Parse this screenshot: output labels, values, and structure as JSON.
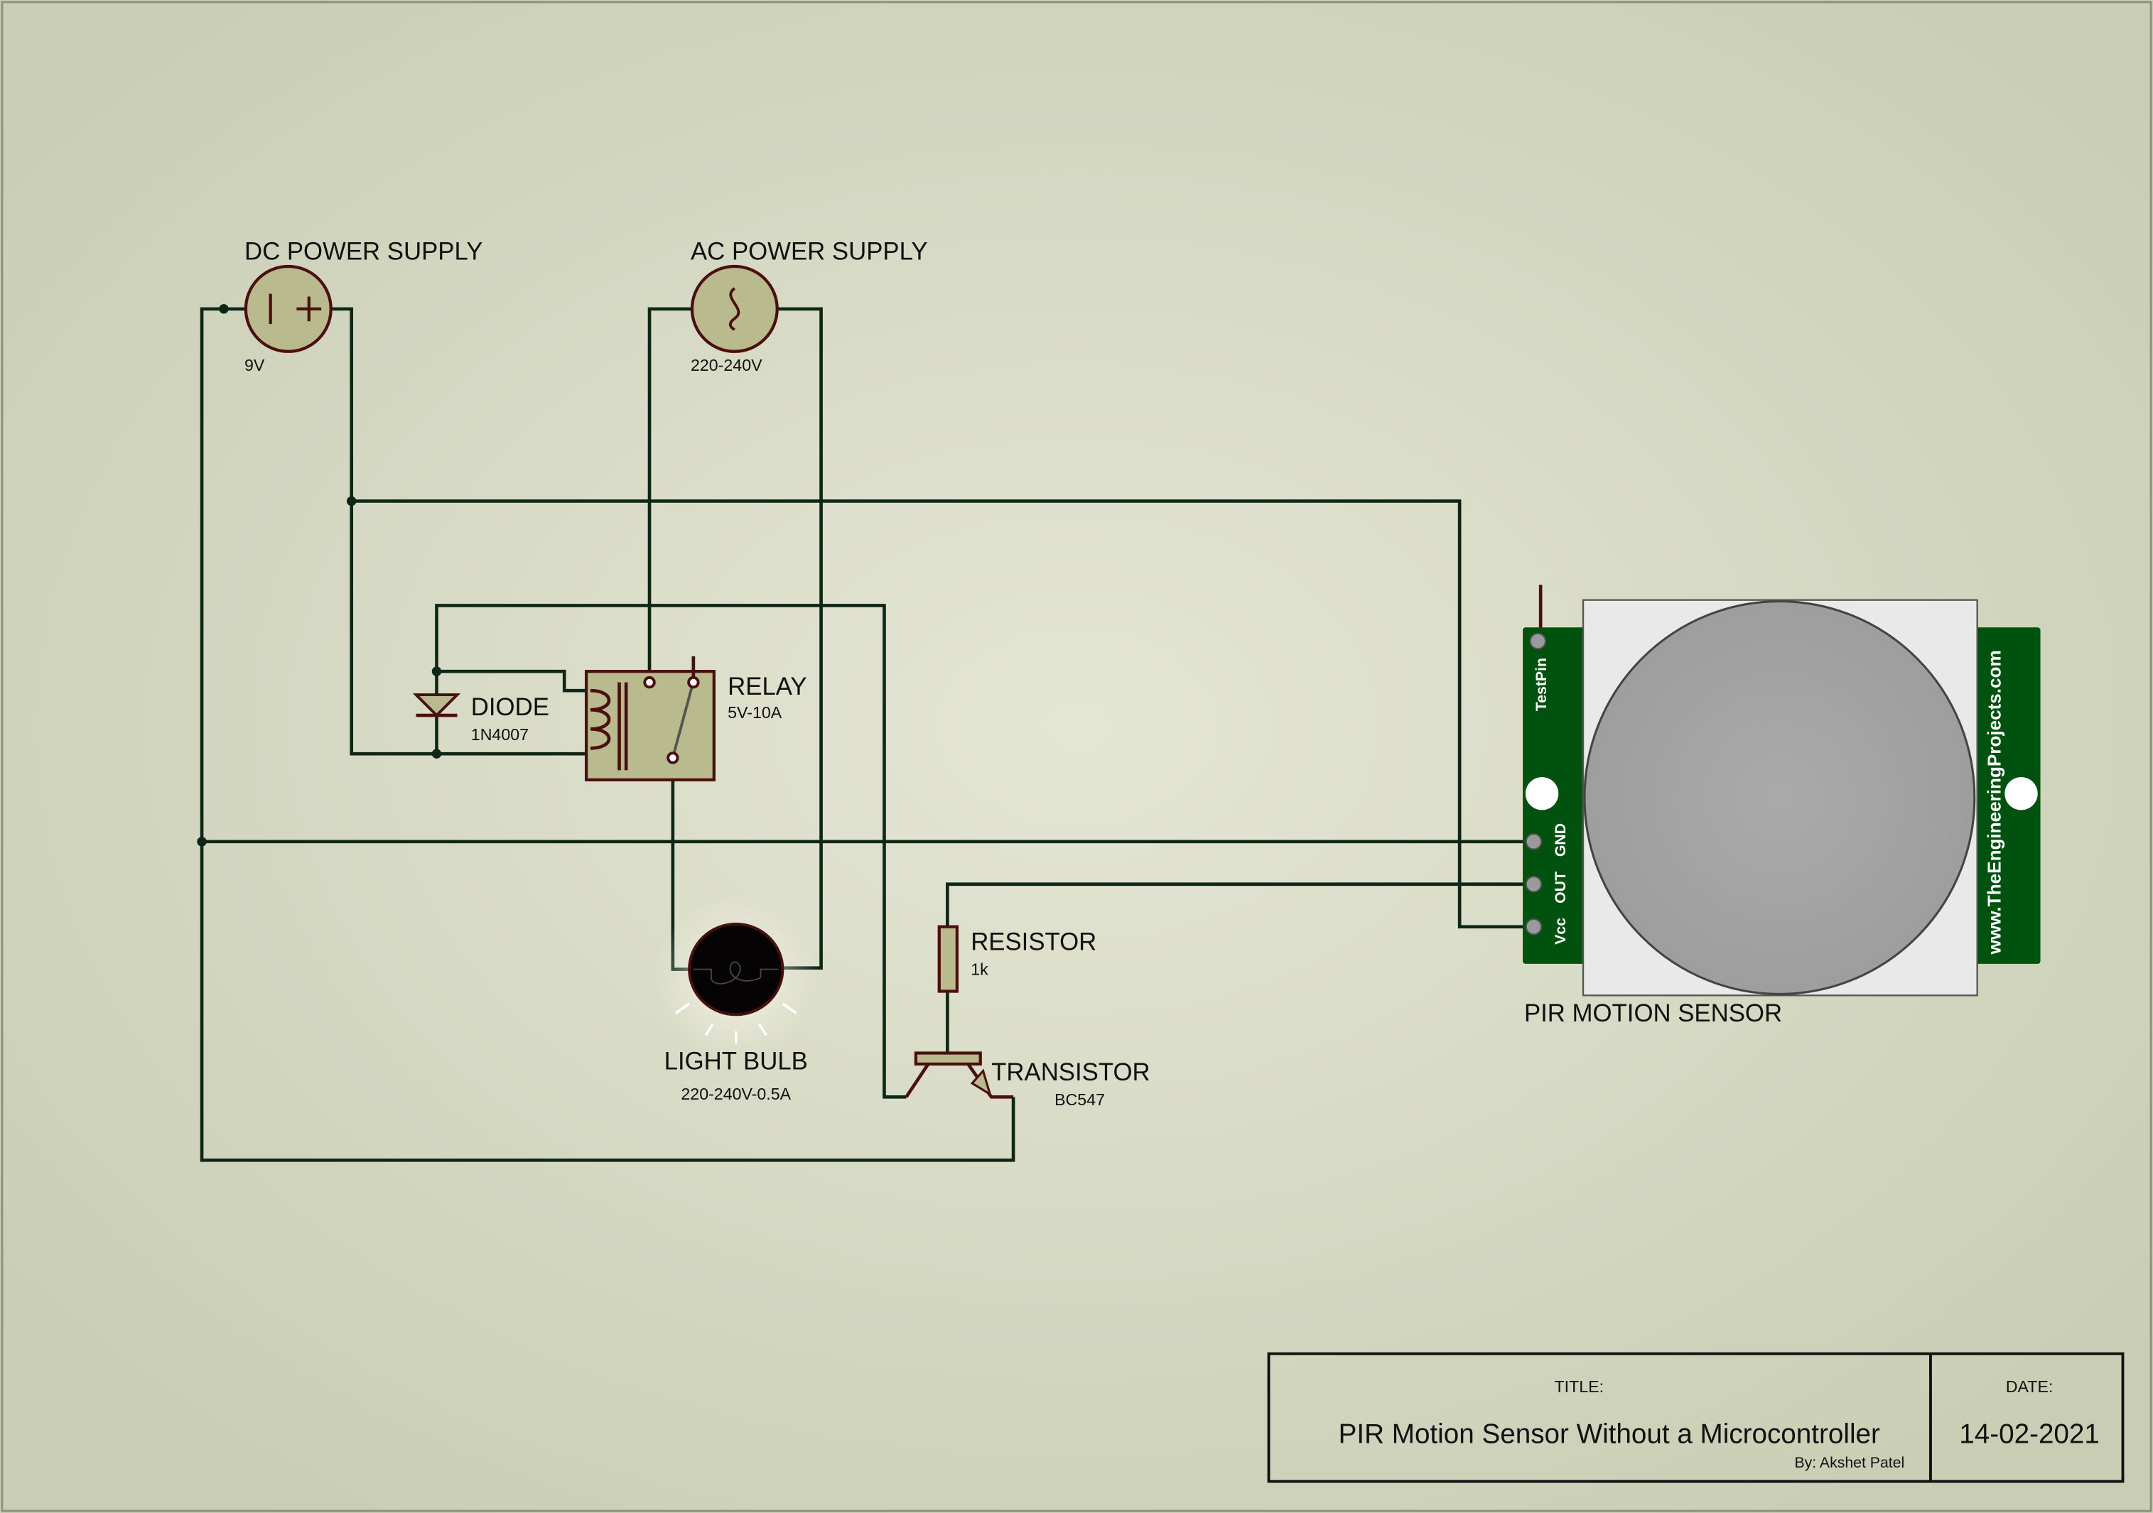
{
  "components": {
    "dc_supply": {
      "label": "DC POWER SUPPLY",
      "value": "9V",
      "symbol": "I +"
    },
    "ac_supply": {
      "label": "AC POWER SUPPLY",
      "value": "220-240V"
    },
    "diode": {
      "label": "DIODE",
      "value": "1N4007"
    },
    "relay": {
      "label": "RELAY",
      "value": "5V-10A"
    },
    "bulb": {
      "label": "LIGHT BULB",
      "value": "220-240V-0.5A"
    },
    "resistor": {
      "label": "RESISTOR",
      "value": "1k"
    },
    "transistor": {
      "label": "TRANSISTOR",
      "value": "BC547"
    },
    "pir": {
      "label": "PIR MOTION SENSOR",
      "pins": [
        "TestPin",
        "GND",
        "OUT",
        "Vcc"
      ],
      "watermark": "www.TheEngineeringProjects.com"
    }
  },
  "title_block": {
    "title_heading": "TITLE:",
    "title": "PIR Motion Sensor Without a Microcontroller",
    "author": "By:  Akshet Patel",
    "date_heading": "DATE:",
    "date": "14-02-2021"
  },
  "colors": {
    "background": "#cfd3bb",
    "wire": "#0d2616",
    "pcb_green": "#02520f",
    "component_fill": "#b9ba8d"
  }
}
